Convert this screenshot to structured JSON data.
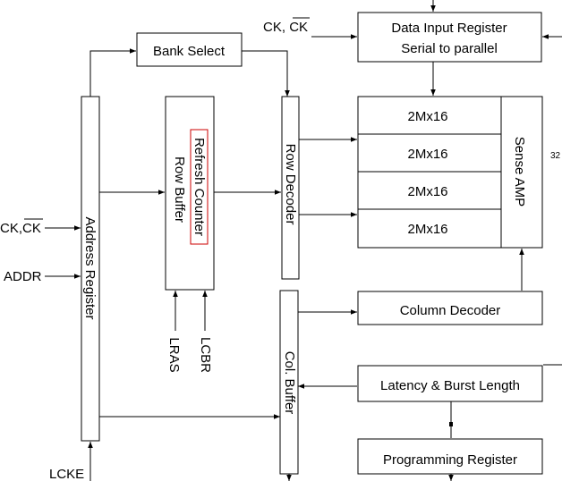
{
  "blocks": {
    "data_input_register": {
      "line1": "Data Input Register",
      "line2": "Serial to parallel"
    },
    "bank_select": "Bank Select",
    "row_buffer": "Row Buffer",
    "refresh_counter": "Refresh Counter",
    "row_decoder": "Row Decoder",
    "address_register": "Address Register",
    "memory_banks": [
      "2Mx16",
      "2Mx16",
      "2Mx16",
      "2Mx16"
    ],
    "sense_amp": "Sense AMP",
    "column_decoder": "Column Decoder",
    "col_buffer": "Col. Buffer",
    "latency_burst": "Latency & Burst Length",
    "programming_register": "Programming Register"
  },
  "signals": {
    "ck_top_prefix": "CK, ",
    "ck_top_bar": "CK",
    "ck_left_prefix": "CK,",
    "ck_left_bar": "CK",
    "addr": "ADDR",
    "lcke": "LCKE",
    "lras": "LRAS",
    "lcbr": "LCBR",
    "bus_width": "32"
  },
  "colors": {
    "line": "#000000",
    "highlight": "#cc0000",
    "background": "#ffffff"
  }
}
